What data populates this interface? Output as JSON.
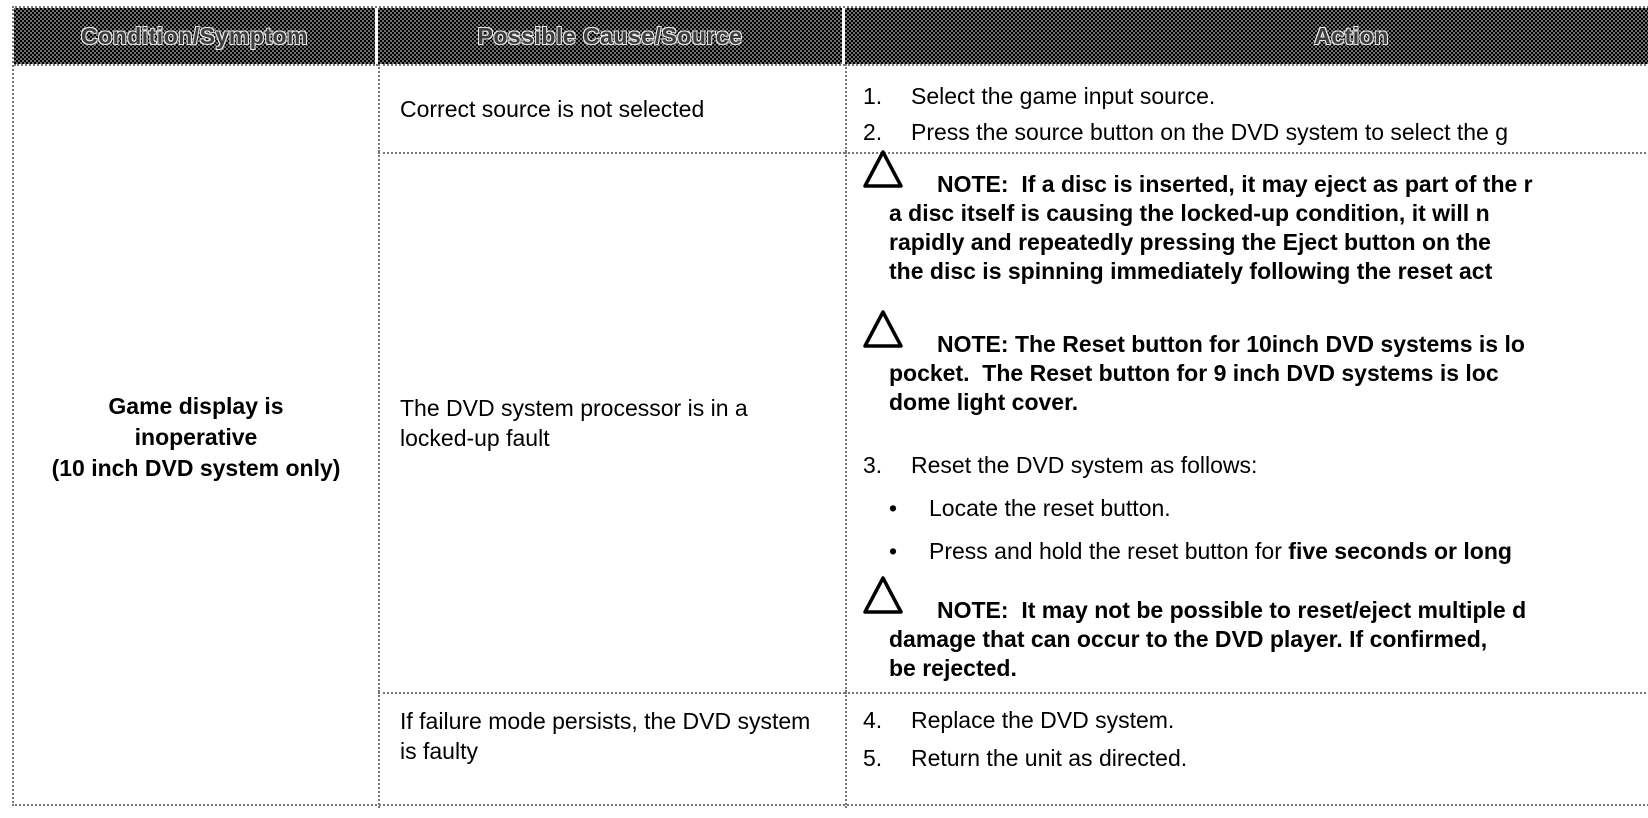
{
  "colors": {
    "header_background_dark": "#000000",
    "header_background_light": "#6e6e6e",
    "header_text": "#3d3d3d",
    "body_text": "#000000",
    "border": "#777777"
  },
  "headers": {
    "condition": "Condition/Symptom",
    "cause": "Possible Cause/Source",
    "action": "Action"
  },
  "condition": {
    "l1": "Game display is",
    "l2": "inoperative",
    "l3": "(10 inch DVD system only)"
  },
  "row1": {
    "cause": "Correct source is not selected",
    "step1_num": "1.",
    "step1": "Select the game input source.",
    "step2_num": "2.",
    "step2": "Press the source button on the DVD system to select the g"
  },
  "row2": {
    "cause": "The DVD system processor is in a locked-up fault",
    "note1": {
      "l1": "NOTE:  If a disc is inserted, it may eject as part of the r",
      "l2": "a disc itself is causing the locked-up condition, it will n",
      "l3": "rapidly and repeatedly pressing the Eject button on the",
      "l4": "the disc is spinning immediately following the reset act"
    },
    "note2": {
      "l1": "NOTE: The Reset button for 10inch DVD systems is lo",
      "l2": "pocket.  The Reset button for 9 inch DVD systems is loc",
      "l3": "dome light cover."
    },
    "step3_num": "3.",
    "step3": "Reset the DVD system as follows:",
    "bullet": "•",
    "bullet1": "Locate the reset button.",
    "bullet2_regular": "Press and hold the reset button for ",
    "bullet2_bold": "five seconds or long",
    "note3": {
      "l1": "NOTE:  It may not be possible to reset/eject multiple d",
      "l2": "damage that can occur to the DVD player. If confirmed,",
      "l3": "be rejected."
    }
  },
  "row3": {
    "cause": "If failure mode persists, the DVD system is faulty",
    "step4_num": "4.",
    "step4": "Replace the DVD system.",
    "step5_num": "5.",
    "step5": "Return the unit as directed."
  }
}
